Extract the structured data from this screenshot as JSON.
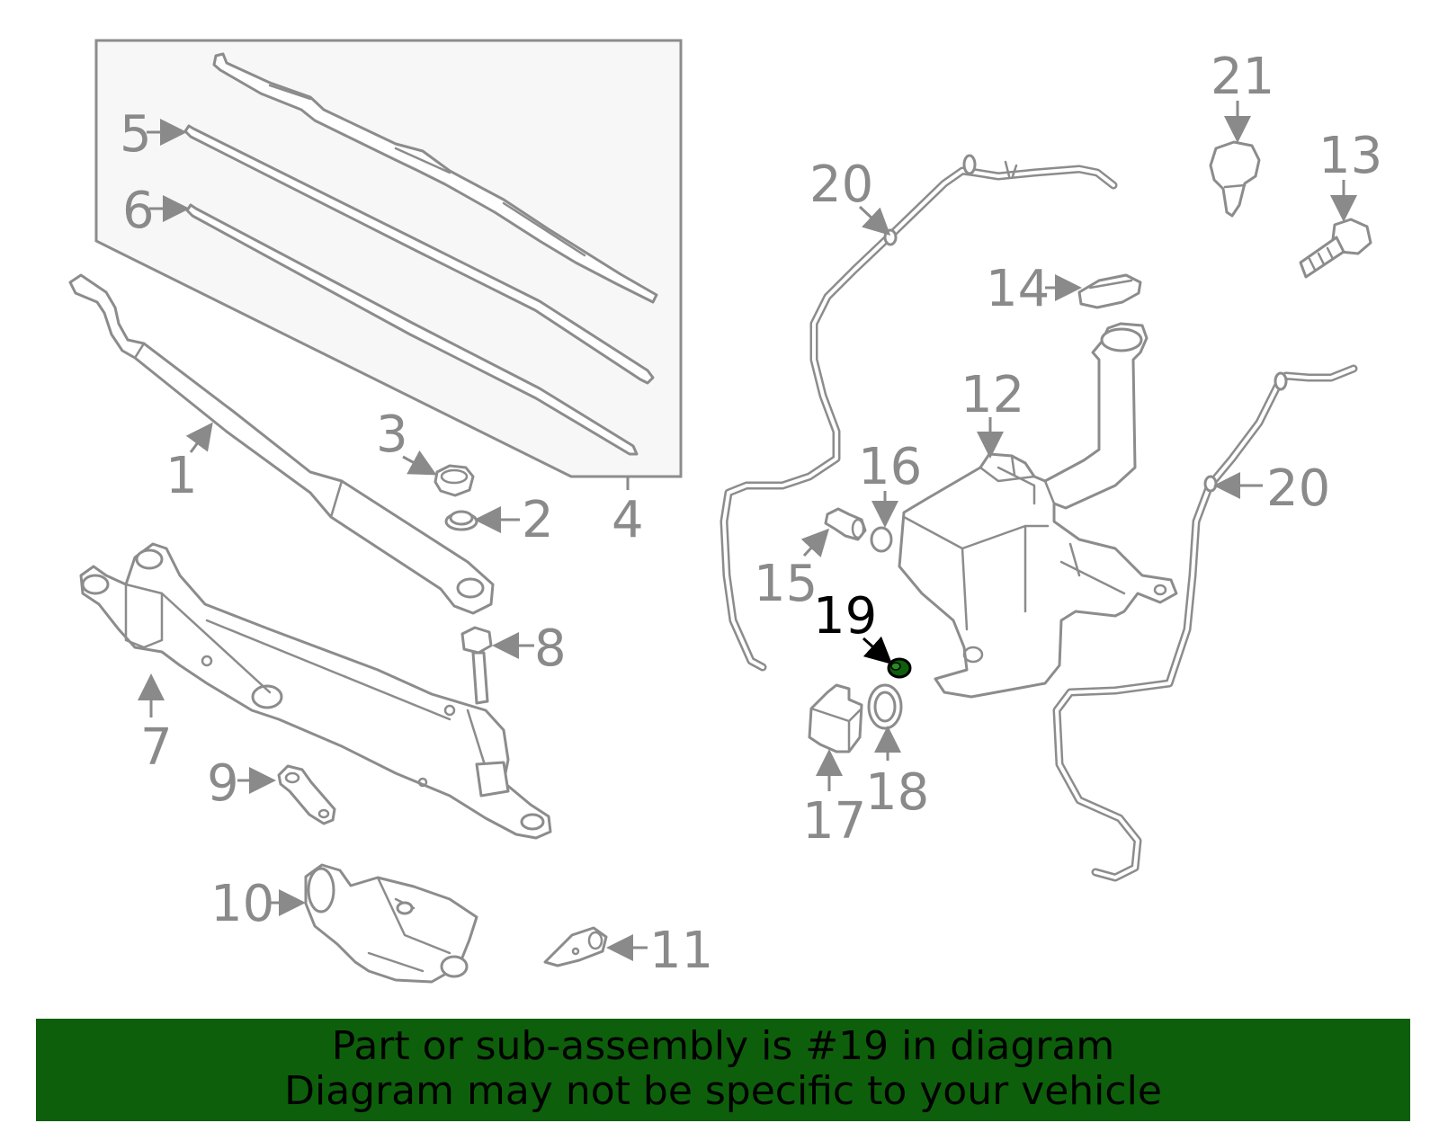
{
  "diagram": {
    "callouts": {
      "p1": "1",
      "p2": "2",
      "p3": "3",
      "p4": "4",
      "p5": "5",
      "p6": "6",
      "p7": "7",
      "p8": "8",
      "p9": "9",
      "p10": "10",
      "p11": "11",
      "p12": "12",
      "p13": "13",
      "p14": "14",
      "p15": "15",
      "p16": "16",
      "p17": "17",
      "p18": "18",
      "p19": "19",
      "p20a": "20",
      "p20b": "20",
      "p21": "21"
    },
    "highlighted_part": "19",
    "colors": {
      "line": "#8c8c8c",
      "label": "#8a8a8a",
      "highlight": "#000000",
      "highlight_fill": "#0e5f0b",
      "inset_fill": "#f7f7f7",
      "banner": "#0e5f0b"
    }
  },
  "banner": {
    "line1": "Part or sub-assembly is #19 in diagram",
    "line2": "Diagram may not be specific to your vehicle"
  }
}
